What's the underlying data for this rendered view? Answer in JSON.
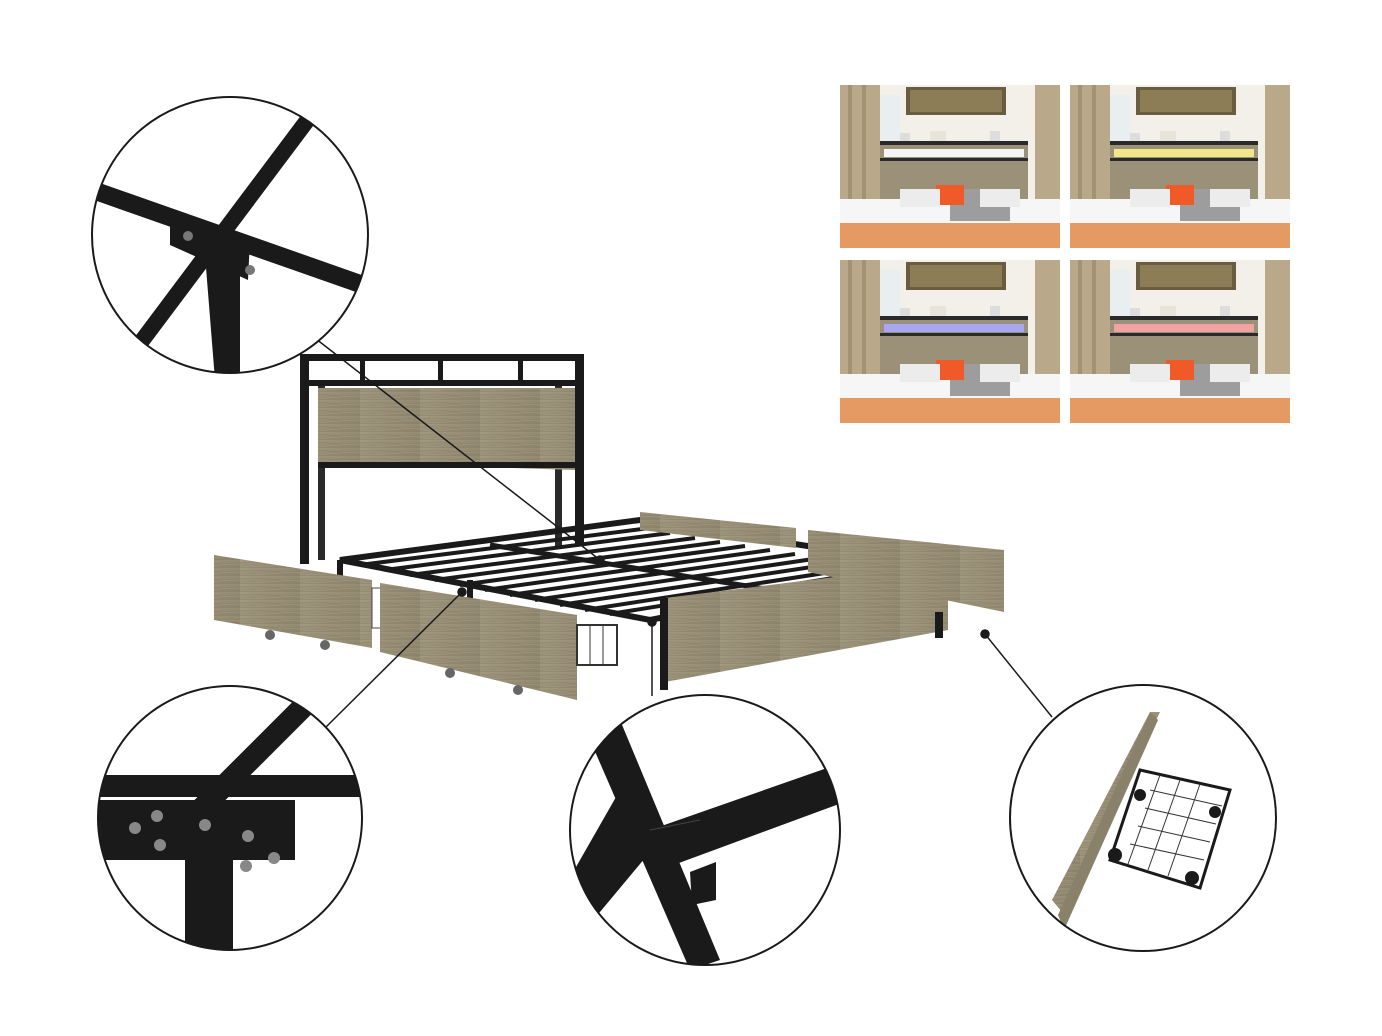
{
  "image": {
    "subject": "bed-frame-product-photo",
    "colors": {
      "background": "#ffffff",
      "metal": "#1a1a1a",
      "wood": "#9b9179",
      "wood_dark": "#857c66",
      "wall": "#f3f0ea",
      "curtain": "#b9a98a",
      "bedding": "#f6f6f6",
      "blanket": "#e59a63",
      "pillow_accent": "#f05a28",
      "throw": "#9d9d9d"
    },
    "thumbnails": [
      {
        "variant": "led-white",
        "led_color": "#f4f4f4"
      },
      {
        "variant": "led-yellow",
        "led_color": "#f3e58a"
      },
      {
        "variant": "led-blue",
        "led_color": "#a9a6f2"
      },
      {
        "variant": "led-pink",
        "led_color": "#f1a3a3"
      }
    ],
    "callouts": [
      {
        "detail": "center-cross-joint"
      },
      {
        "detail": "bolted-side-joint"
      },
      {
        "detail": "corner-leg-joint"
      },
      {
        "detail": "drawer-basket-on-casters"
      }
    ]
  }
}
